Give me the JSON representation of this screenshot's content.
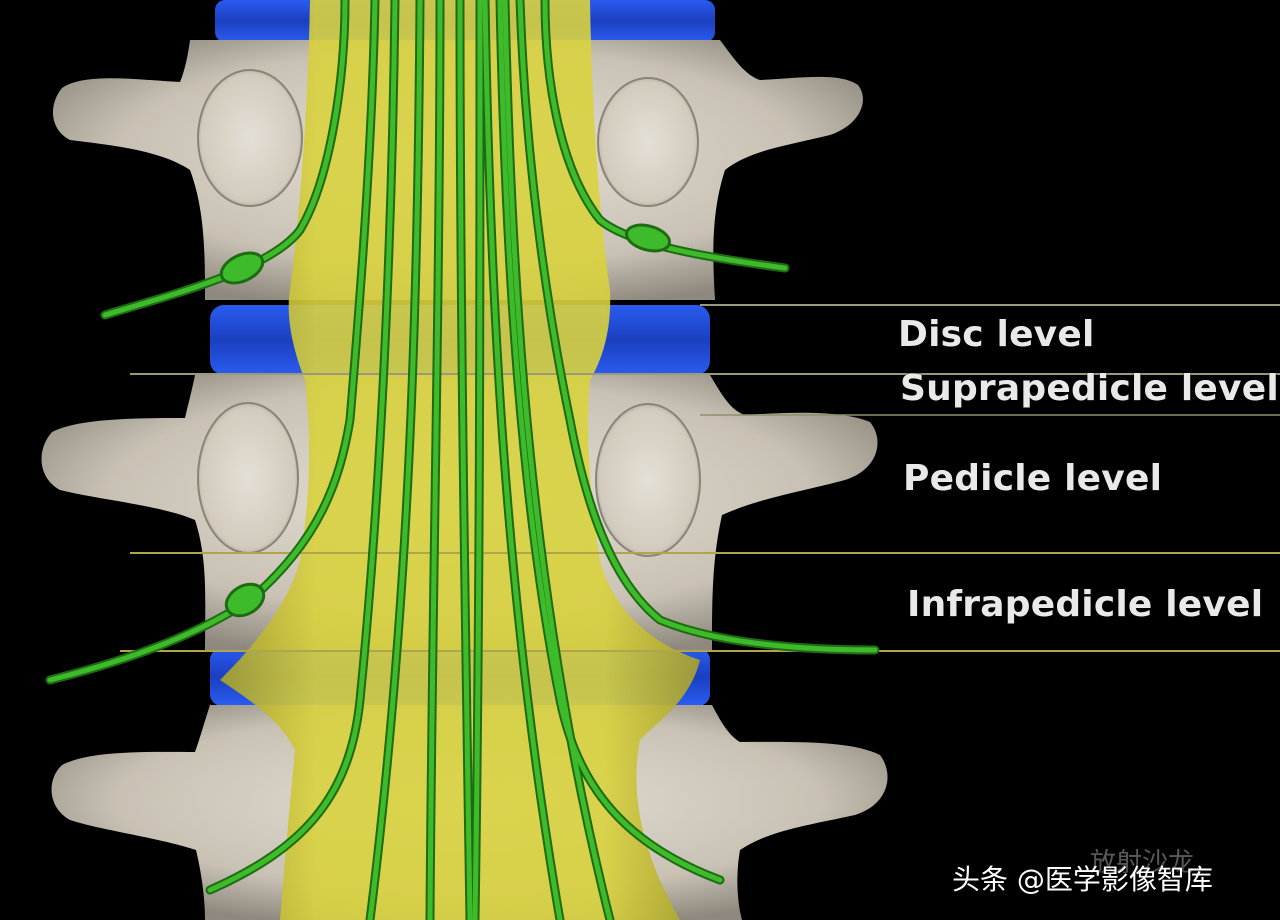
{
  "levels": {
    "disc": "Disc level",
    "suprapedicle": "Suprapedicle level",
    "pedicle": "Pedicle level",
    "infrapedicle": "Infrapedicle level"
  },
  "watermark": {
    "faint": "放射沙龙",
    "source": "头条 @医学影像智库"
  },
  "colors": {
    "background": "#000000",
    "bone": "#d8d2c6",
    "disc": "#1f4fd8",
    "dura": "#d8cf3a",
    "nerve": "#35a826",
    "label": "#e9e9e9"
  }
}
